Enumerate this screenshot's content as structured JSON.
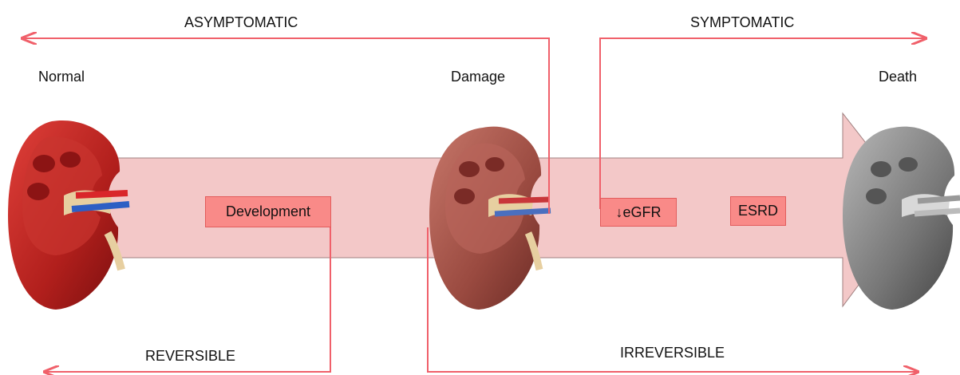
{
  "labels": {
    "asymptomatic": "ASYMPTOMATIC",
    "symptomatic": "SYMPTOMATIC",
    "reversible": "REVERSIBLE",
    "irreversible": "IRREVERSIBLE"
  },
  "stages": {
    "normal": "Normal",
    "damage": "Damage",
    "death": "Death"
  },
  "boxes": {
    "development": "Development",
    "egfr": "↓eGFR",
    "esrd": "ESRD"
  },
  "colors": {
    "arrow_fill": "#f3c8c8",
    "line": "#f0606a",
    "box_fill": "#f98a88"
  }
}
